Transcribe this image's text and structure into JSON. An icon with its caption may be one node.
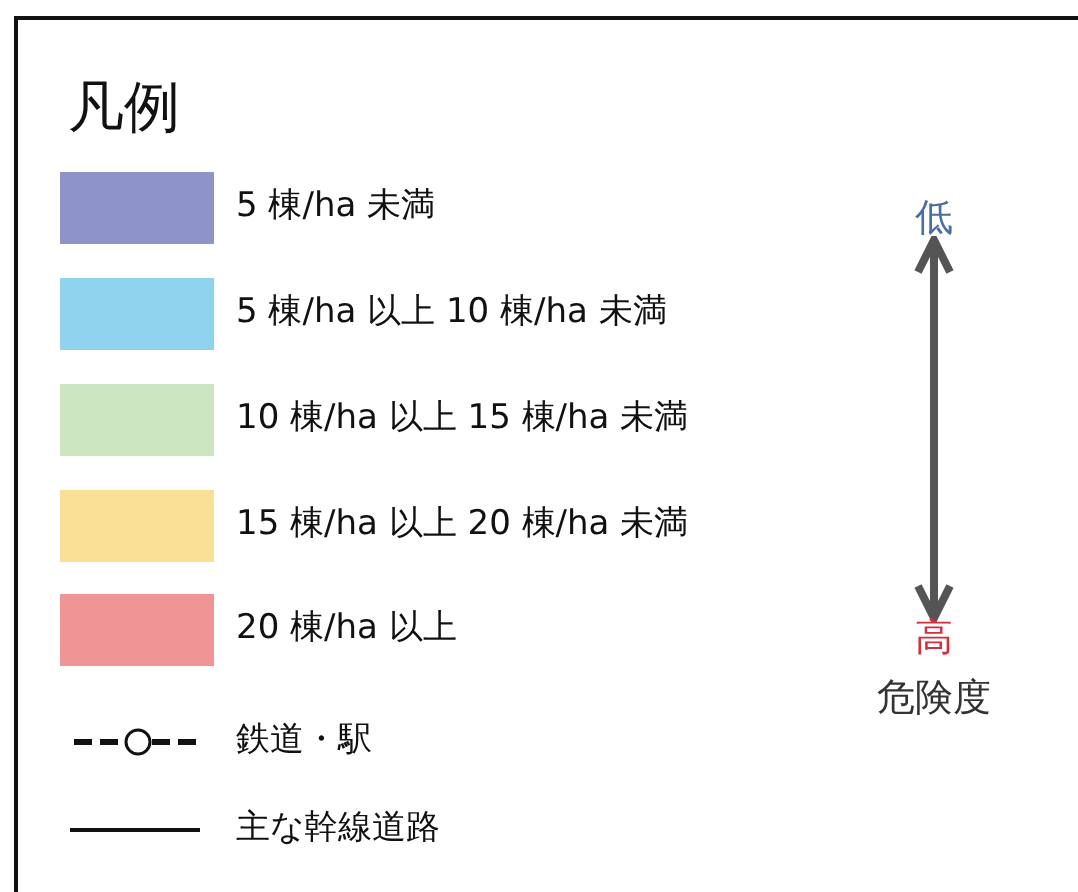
{
  "diagram": {
    "title": "凡例",
    "nodes": [
      {
        "text": [
          "低"
        ]
      },
      {
        "text": [
          "高"
        ]
      }
    ],
    "edges": [
      {
        "from": 0,
        "to": 1,
        "arrow": "both"
      }
    ],
    "labels": [
      "危険度"
    ],
    "legend": [
      {
        "text": "5 棟/ha 未満",
        "color": "#8e94c8"
      },
      {
        "text": "5 棟/ha 以上 10 棟/ha 未満",
        "color": "#8fd3ef"
      },
      {
        "text": "10 棟/ha 以上 15 棟/ha 未満",
        "color": "#cde6c2"
      },
      {
        "text": "15 棟/ha 以上 20 棟/ha 未満",
        "color": "#fadf96"
      },
      {
        "text": "20 棟/ha 以上",
        "color": "#f09495"
      },
      {
        "text": "鉄道・駅"
      },
      {
        "text": "主な幹線道路"
      }
    ]
  }
}
